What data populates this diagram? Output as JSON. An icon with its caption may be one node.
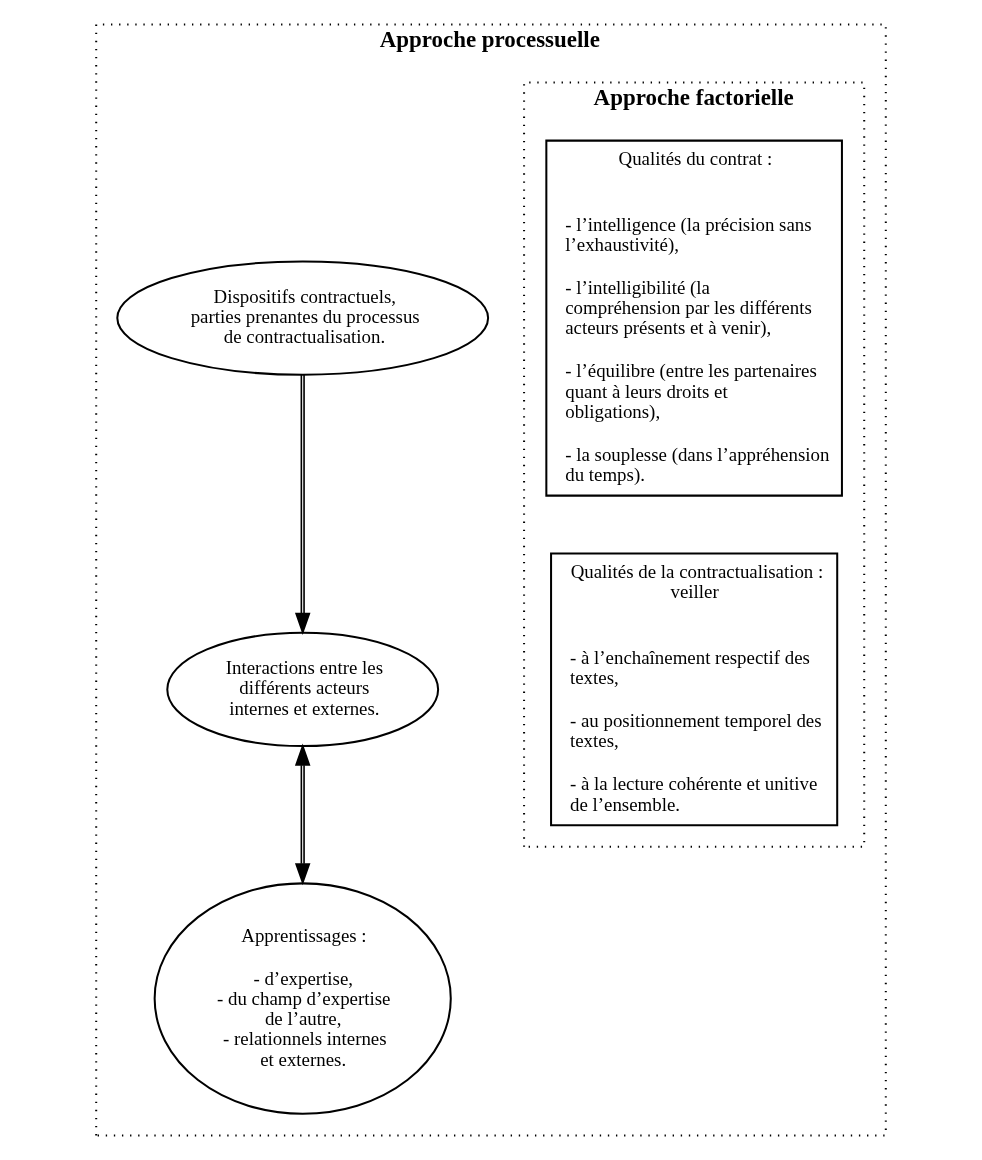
{
  "diagram": {
    "nodes": [
      {
        "text": [
          "Approche processuelle"
        ]
      },
      {
        "text": [
          "Approche factorielle"
        ],
        "in": 0
      },
      {
        "text": [
          "Qualités du contrat :",
          "- l’intelligence (la précision sans l’exhaustivité),",
          "- l’intelligibilité (la compréhension par les différents acteurs présents et à venir),",
          "- l’équilibre (entre les partenaires quant à leurs droits et obligations),",
          "- la souplesse (dans l’appréhension du temps)."
        ],
        "in": 1
      },
      {
        "text": [
          "Qualités de la contractualisation : veiller",
          "- à l’enchaînement respectif des textes,",
          "- au positionnement temporel des textes,",
          "- à la lecture cohérente et unitive de l’ensemble."
        ],
        "in": 1
      },
      {
        "text": [
          "Dispositifs contractuels, parties prenantes du processus de contractualisation."
        ],
        "in": 0
      },
      {
        "text": [
          "Interactions entre les différents acteurs internes et externes."
        ],
        "in": 0
      },
      {
        "text": [
          "Apprentissages :",
          "- d’expertise,",
          "- du champ d’expertise de l’autre,",
          "- relationnels internes et externes."
        ],
        "in": 0
      }
    ],
    "edges": [
      {
        "from": 4,
        "to": 5,
        "arrow": "to"
      },
      {
        "from": 5,
        "to": 6,
        "arrow": "both"
      }
    ]
  }
}
